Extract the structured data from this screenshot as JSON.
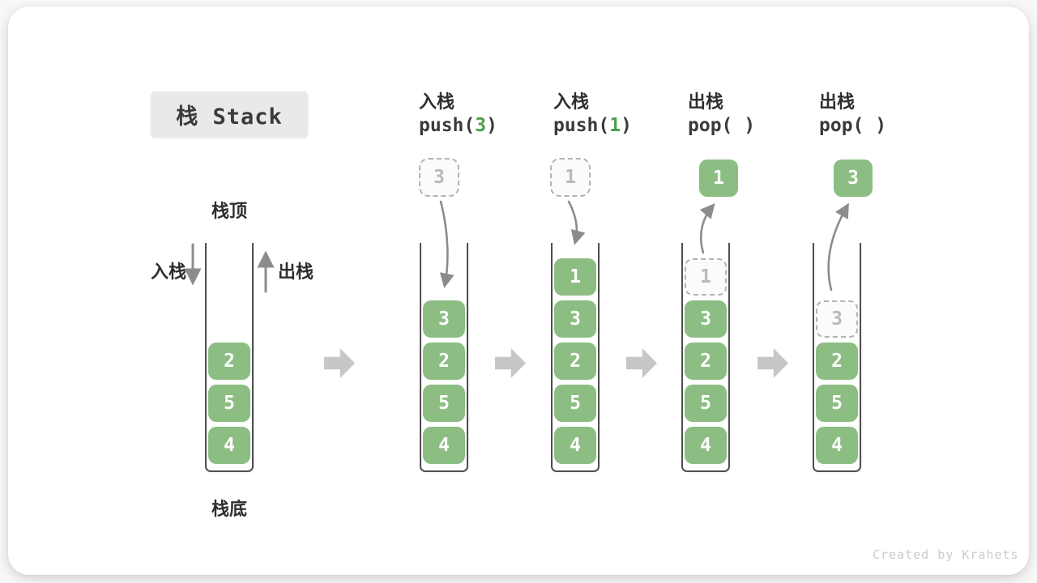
{
  "title": "栈 Stack",
  "watermark": "Created by Krahets",
  "stack_labels": {
    "top": "栈顶",
    "bottom": "栈底",
    "push_side": "入栈",
    "pop_side": "出栈"
  },
  "operations": [
    {
      "cn": "入栈",
      "fn": "push(",
      "arg": "3",
      "close": ")"
    },
    {
      "cn": "入栈",
      "fn": "push(",
      "arg": "1",
      "close": ")"
    },
    {
      "cn": "出栈",
      "fn": "pop(",
      "arg": " ",
      "close": ")"
    },
    {
      "cn": "出栈",
      "fn": "pop(",
      "arg": " ",
      "close": ")"
    }
  ],
  "stacks": [
    {
      "name": "initial",
      "items": [
        "2",
        "5",
        "4"
      ]
    },
    {
      "name": "after-push-3",
      "items": [
        "3",
        "2",
        "5",
        "4"
      ],
      "incoming": "3"
    },
    {
      "name": "after-push-1",
      "items": [
        "1",
        "3",
        "2",
        "5",
        "4"
      ],
      "incoming": "1"
    },
    {
      "name": "after-pop-1",
      "items": [
        "3",
        "2",
        "5",
        "4"
      ],
      "ghost": "1",
      "popped": "1"
    },
    {
      "name": "after-pop-3",
      "items": [
        "2",
        "5",
        "4"
      ],
      "ghost": "3",
      "popped": "3"
    }
  ],
  "colors": {
    "box_green": "#8cbe84",
    "arg_green": "#4d9e4b",
    "ghost_border": "#b3b3b3",
    "ghost_text": "#b9b9b9",
    "ghost_bg": "#fbfbfb",
    "arrow": "#8c8c8c",
    "block_arrow": "#c7c7c7",
    "wall": "#4f4f4f",
    "text_dark": "#3a3a3a",
    "title_bg": "#e9e9e9",
    "watermark": "#cbcbcb"
  }
}
